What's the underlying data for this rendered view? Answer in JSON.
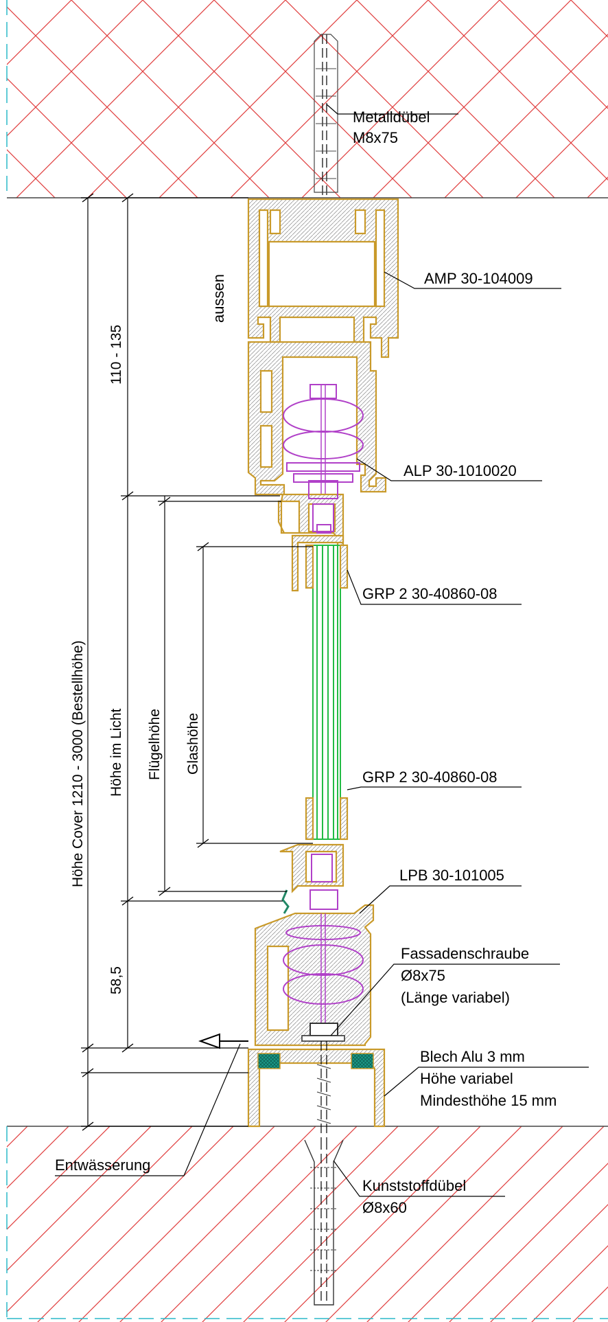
{
  "labels": {
    "metalldubel": "Metalldübel",
    "metalldubel_size": "M8x75",
    "amp": "AMP  30-104009",
    "aussen": "aussen",
    "alp": "ALP  30-1010020",
    "grp_top": "GRP 2  30-40860-08",
    "grp_bottom": "GRP 2  30-40860-08",
    "lpb": "LPB  30-101005",
    "fassadenschraube": "Fassadenschraube",
    "fassadenschraube_size": "Ø8x75",
    "fassadenschraube_note": "(Länge variabel)",
    "blech": "Blech Alu 3 mm",
    "blech_height": "Höhe variabel",
    "blech_min": "Mindesthöhe 15 mm",
    "entwasserung": "Entwässerung",
    "kunststoffdubel": "Kunststoffdübel",
    "kunststoffdubel_size": "Ø8x60"
  },
  "dimensions": {
    "top": "110   - 135",
    "bottom": "58,5",
    "cover": "Höhe Cover  1210 - 3000 (Bestellhöhe)",
    "licht": "Höhe im Licht",
    "flugel": "Flügelhöhe",
    "glas": "Glashöhe"
  },
  "colors": {
    "hatch_top": "#e03c3c",
    "hatch_bottom": "#e03c3c",
    "profile_outline": "#c99a2a",
    "gasket": "#b040c8",
    "glass": "#22bb44",
    "seal": "#1a9a88",
    "construction_line": "#2ab8c8"
  }
}
